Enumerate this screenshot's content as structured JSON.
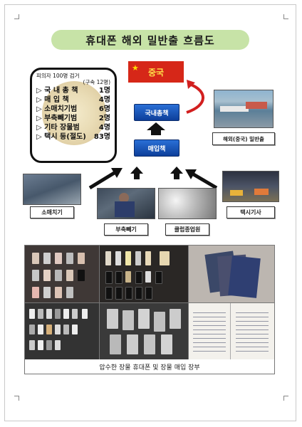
{
  "title": "휴대폰 해외 밀반출 흐름도",
  "summary": {
    "header": "피의자 100명 검거",
    "sub": "(구속 12명)",
    "rows": [
      {
        "label": "국 내 총 책",
        "value": "1명"
      },
      {
        "label": "매  입  책",
        "value": "4명"
      },
      {
        "label": "소매치기범",
        "value": "6명"
      },
      {
        "label": "부축빼기범",
        "value": "2명"
      },
      {
        "label": "기타 장물범",
        "value": "4명"
      },
      {
        "label": "택시 등(절도)",
        "value": "83명"
      }
    ]
  },
  "nodes": {
    "china": "중국",
    "domestic_boss": "국내총책",
    "buyer": "매입책",
    "smuggling": "해외(중국) 밀반출"
  },
  "sources": {
    "pickpocket": "소매치기",
    "drunk_theft": "부축빼기",
    "club_staff": "클럽종업원",
    "taxi_driver": "택시기사"
  },
  "caption": "압수한 장물 휴대폰 및 장물 매입 장부",
  "colors": {
    "title_bg": "#c7e3a7",
    "node_blue": "#1e56c0",
    "china_red": "#d62718",
    "curve_arrow": "#d21f1f"
  }
}
